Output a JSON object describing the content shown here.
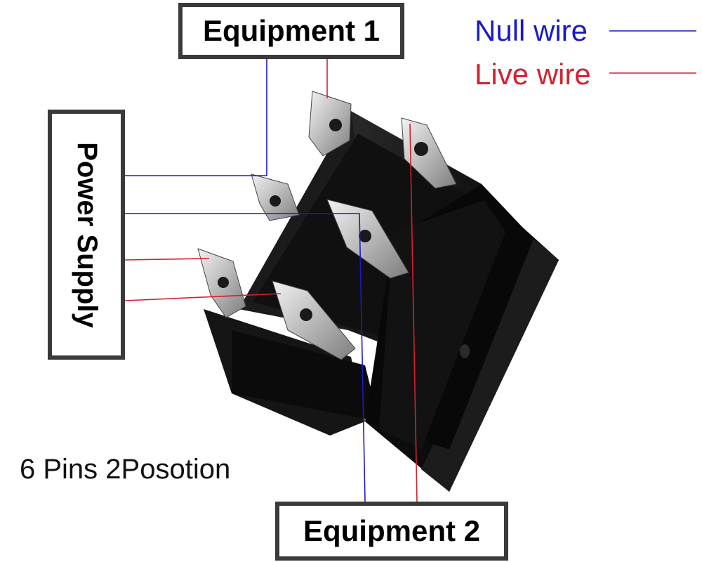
{
  "labels": {
    "equipment_1": "Equipment 1",
    "equipment_2": "Equipment 2",
    "power_supply": "Power Supply"
  },
  "legend": {
    "null_wire": "Null wire",
    "live_wire": "Live wire"
  },
  "caption": "6 Pins 2Posotion",
  "colors": {
    "null_wire": "#1a1ac8",
    "live_wire": "#d42030",
    "switch_body": "#141414",
    "terminal": "#c9c9c9",
    "label_border": "#3a3a3a"
  }
}
